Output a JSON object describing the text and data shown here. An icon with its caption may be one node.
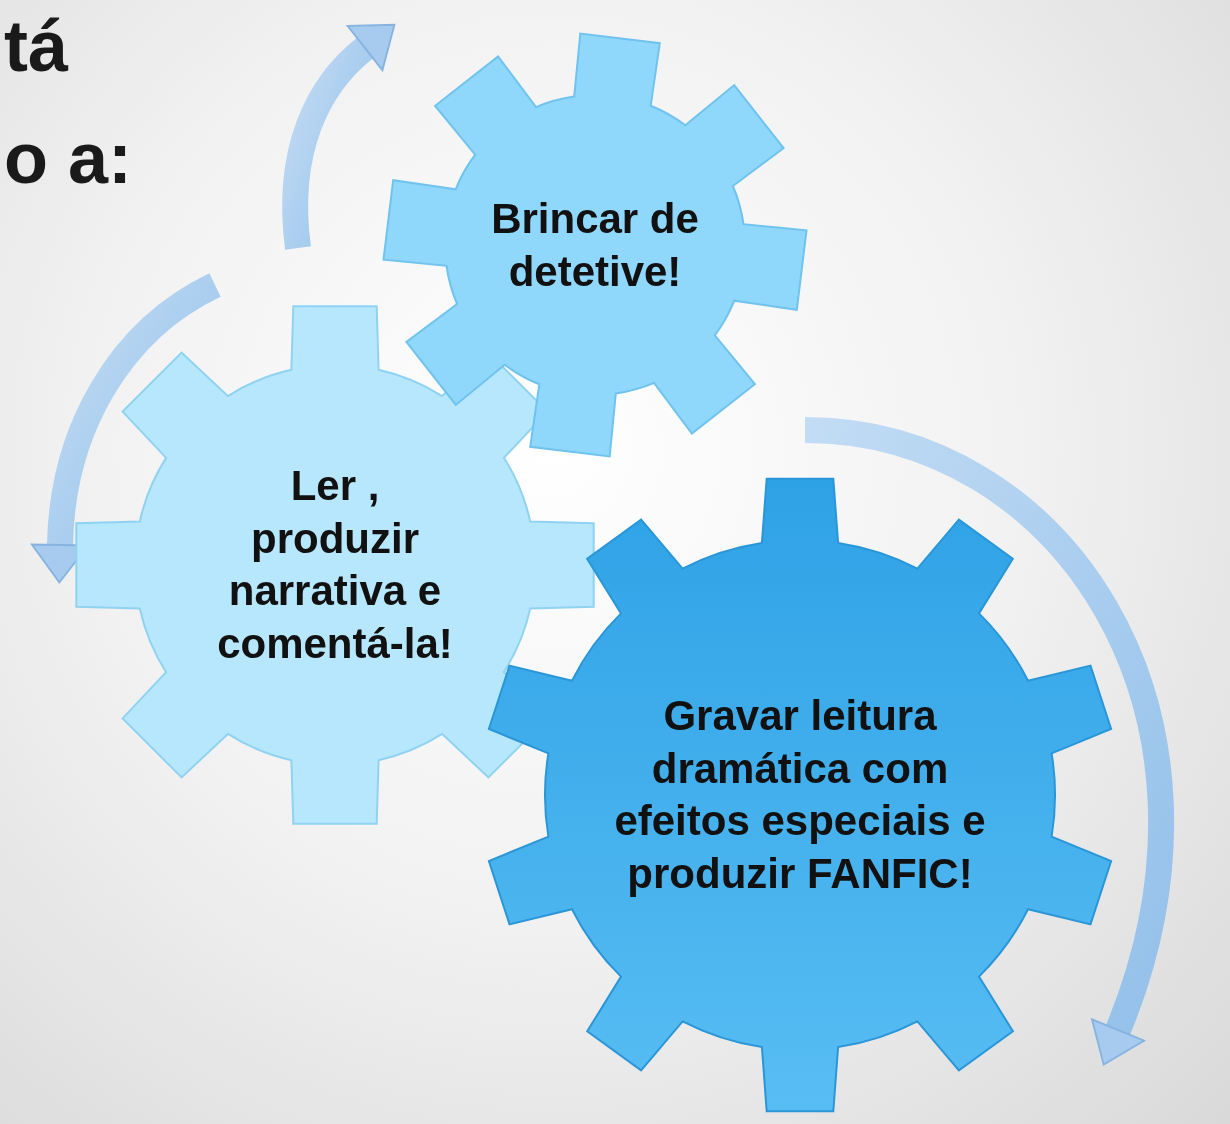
{
  "diagram": {
    "nodes": [
      {
        "text": [
          "Brincar de detetive!"
        ]
      },
      {
        "text": [
          "Ler , produzir narrativa e comentá-la!"
        ]
      },
      {
        "text": [
          "Gravar leitura dramática com efeitos especiais e produzir FANFIC!"
        ]
      }
    ],
    "labels": [
      "tá",
      "o a:"
    ]
  }
}
